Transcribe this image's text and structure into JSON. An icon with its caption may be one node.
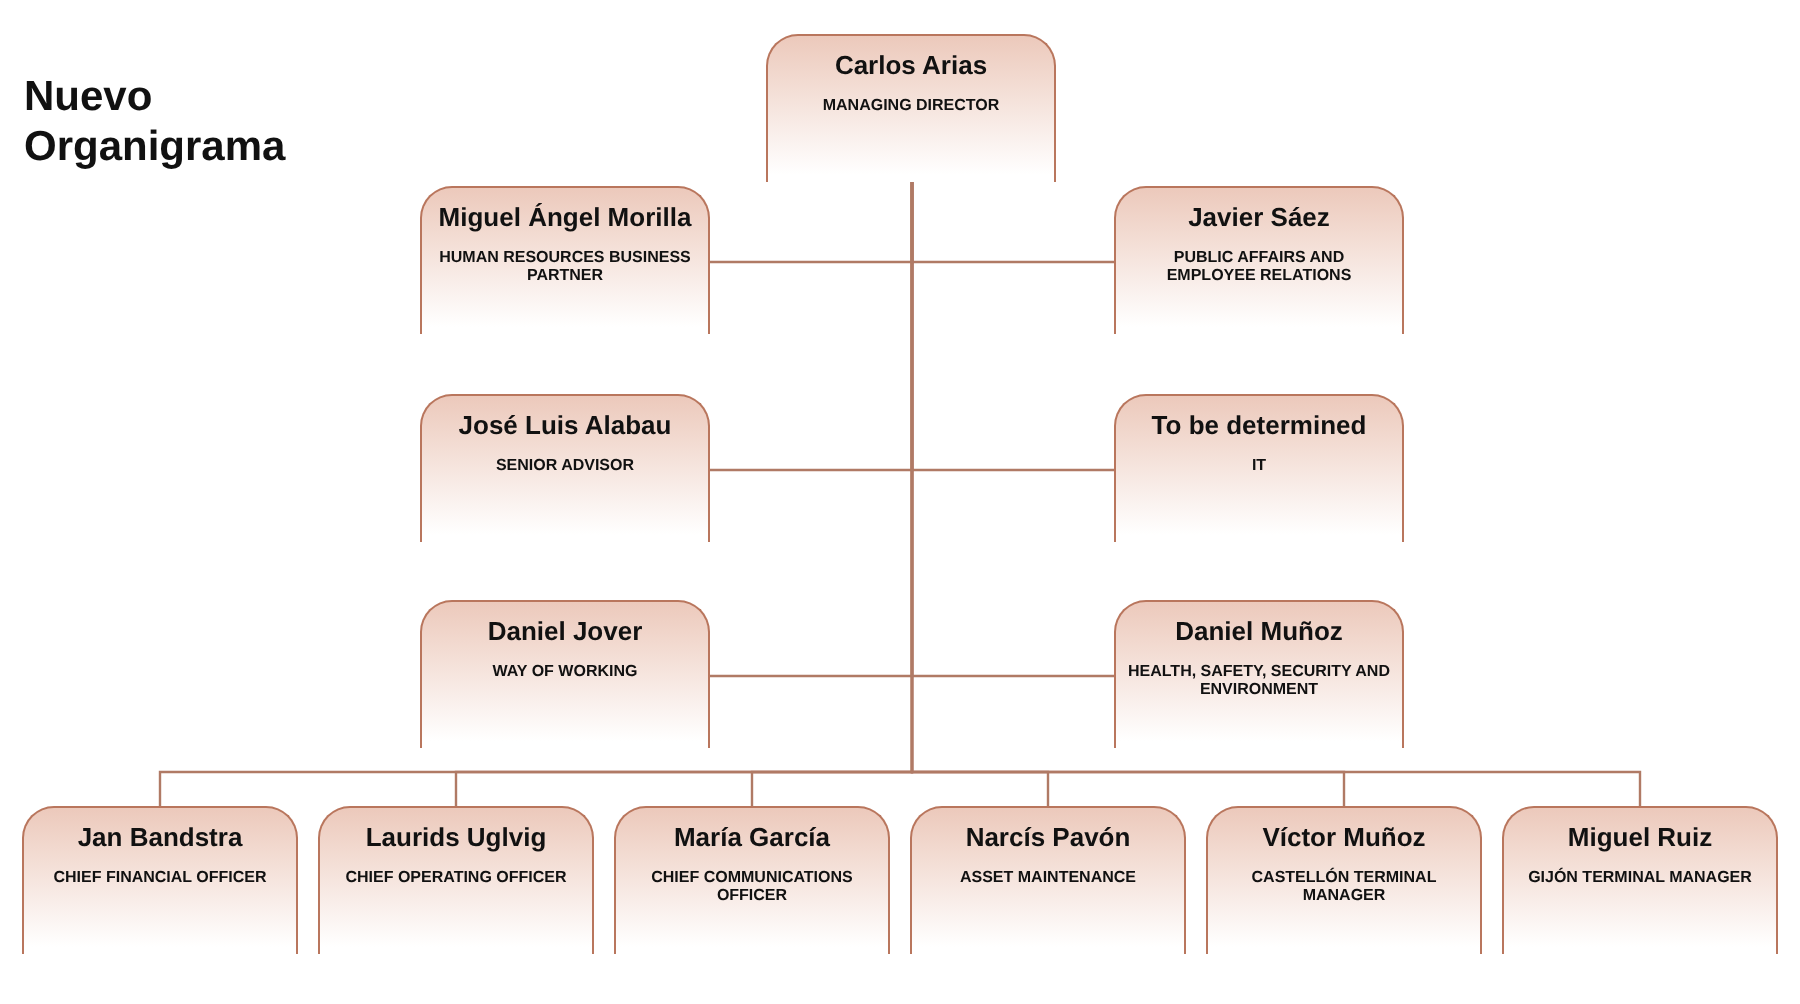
{
  "diagram": {
    "title": "Nuevo Organigrama",
    "nodes": [
      {
        "text": [
          "Carlos Arias",
          "MANAGING DIRECTOR"
        ]
      },
      {
        "text": [
          "Miguel Ángel Morilla",
          "HUMAN RESOURCES BUSINESS PARTNER"
        ]
      },
      {
        "text": [
          "Javier Sáez",
          "PUBLIC AFFAIRS AND EMPLOYEE RELATIONS"
        ]
      },
      {
        "text": [
          "José Luis Alabau",
          "SENIOR ADVISOR"
        ]
      },
      {
        "text": [
          "To be determined",
          "IT"
        ]
      },
      {
        "text": [
          "Daniel Jover",
          "WAY OF WORKING"
        ]
      },
      {
        "text": [
          "Daniel Muñoz",
          "HEALTH, SAFETY, SECURITY AND ENVIRONMENT"
        ]
      },
      {
        "text": [
          "Jan Bandstra",
          "CHIEF FINANCIAL OFFICER"
        ]
      },
      {
        "text": [
          "Laurids Uglvig",
          "CHIEF OPERATING OFFICER"
        ]
      },
      {
        "text": [
          "María García",
          "CHIEF COMMUNICATIONS OFFICER"
        ]
      },
      {
        "text": [
          "Narcís Pavón",
          "ASSET MAINTENANCE"
        ]
      },
      {
        "text": [
          "Víctor Muñoz",
          "CASTELLÓN TERMINAL MANAGER"
        ]
      },
      {
        "text": [
          "Miguel Ruiz",
          "GIJÓN TERMINAL MANAGER"
        ]
      }
    ],
    "edges": [
      {
        "from": 0,
        "to": 1,
        "arrow": "none"
      },
      {
        "from": 0,
        "to": 2,
        "arrow": "none"
      },
      {
        "from": 0,
        "to": 3,
        "arrow": "none"
      },
      {
        "from": 0,
        "to": 4,
        "arrow": "none"
      },
      {
        "from": 0,
        "to": 5,
        "arrow": "none"
      },
      {
        "from": 0,
        "to": 6,
        "arrow": "none"
      },
      {
        "from": 0,
        "to": 7,
        "arrow": "none"
      },
      {
        "from": 0,
        "to": 8,
        "arrow": "none"
      },
      {
        "from": 0,
        "to": 9,
        "arrow": "none"
      },
      {
        "from": 0,
        "to": 10,
        "arrow": "none"
      },
      {
        "from": 0,
        "to": 11,
        "arrow": "none"
      },
      {
        "from": 0,
        "to": 12,
        "arrow": "none"
      }
    ]
  }
}
